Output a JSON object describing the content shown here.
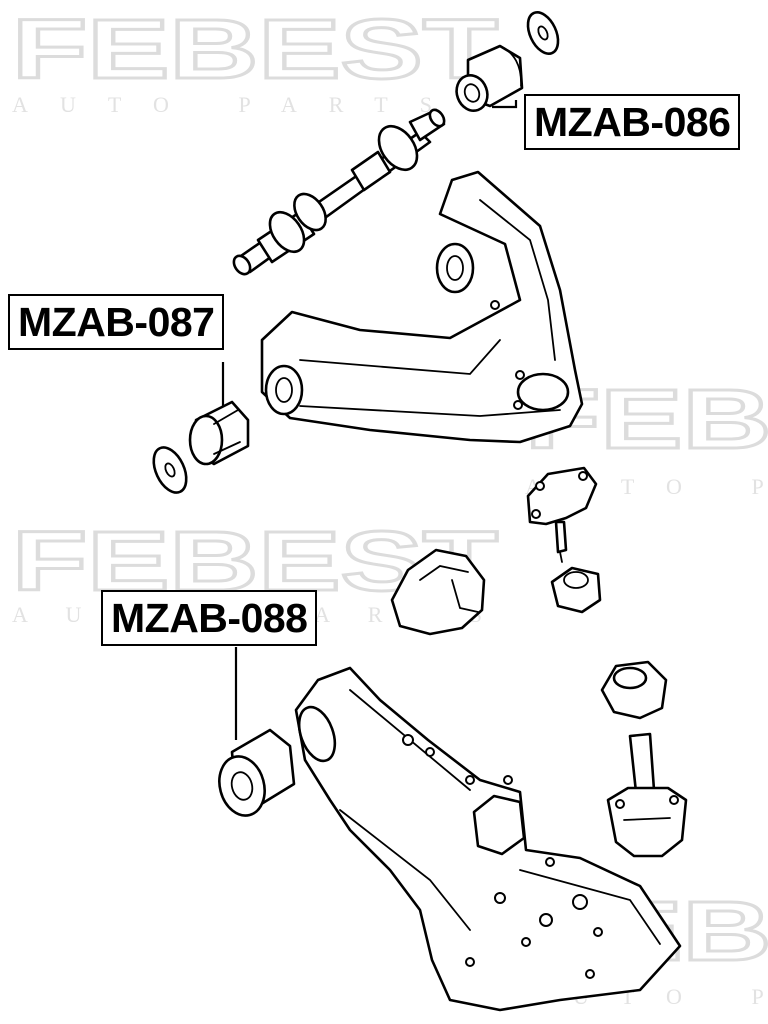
{
  "watermark": {
    "brand": "FEBEST",
    "tagline": "AUTO PARTS"
  },
  "labels": {
    "upper_right": "MZAB-086",
    "middle_left": "MZAB-087",
    "lower_left": "MZAB-088"
  },
  "colors": {
    "line": "#000000",
    "background": "#ffffff",
    "watermark": "#dcdcdc"
  }
}
